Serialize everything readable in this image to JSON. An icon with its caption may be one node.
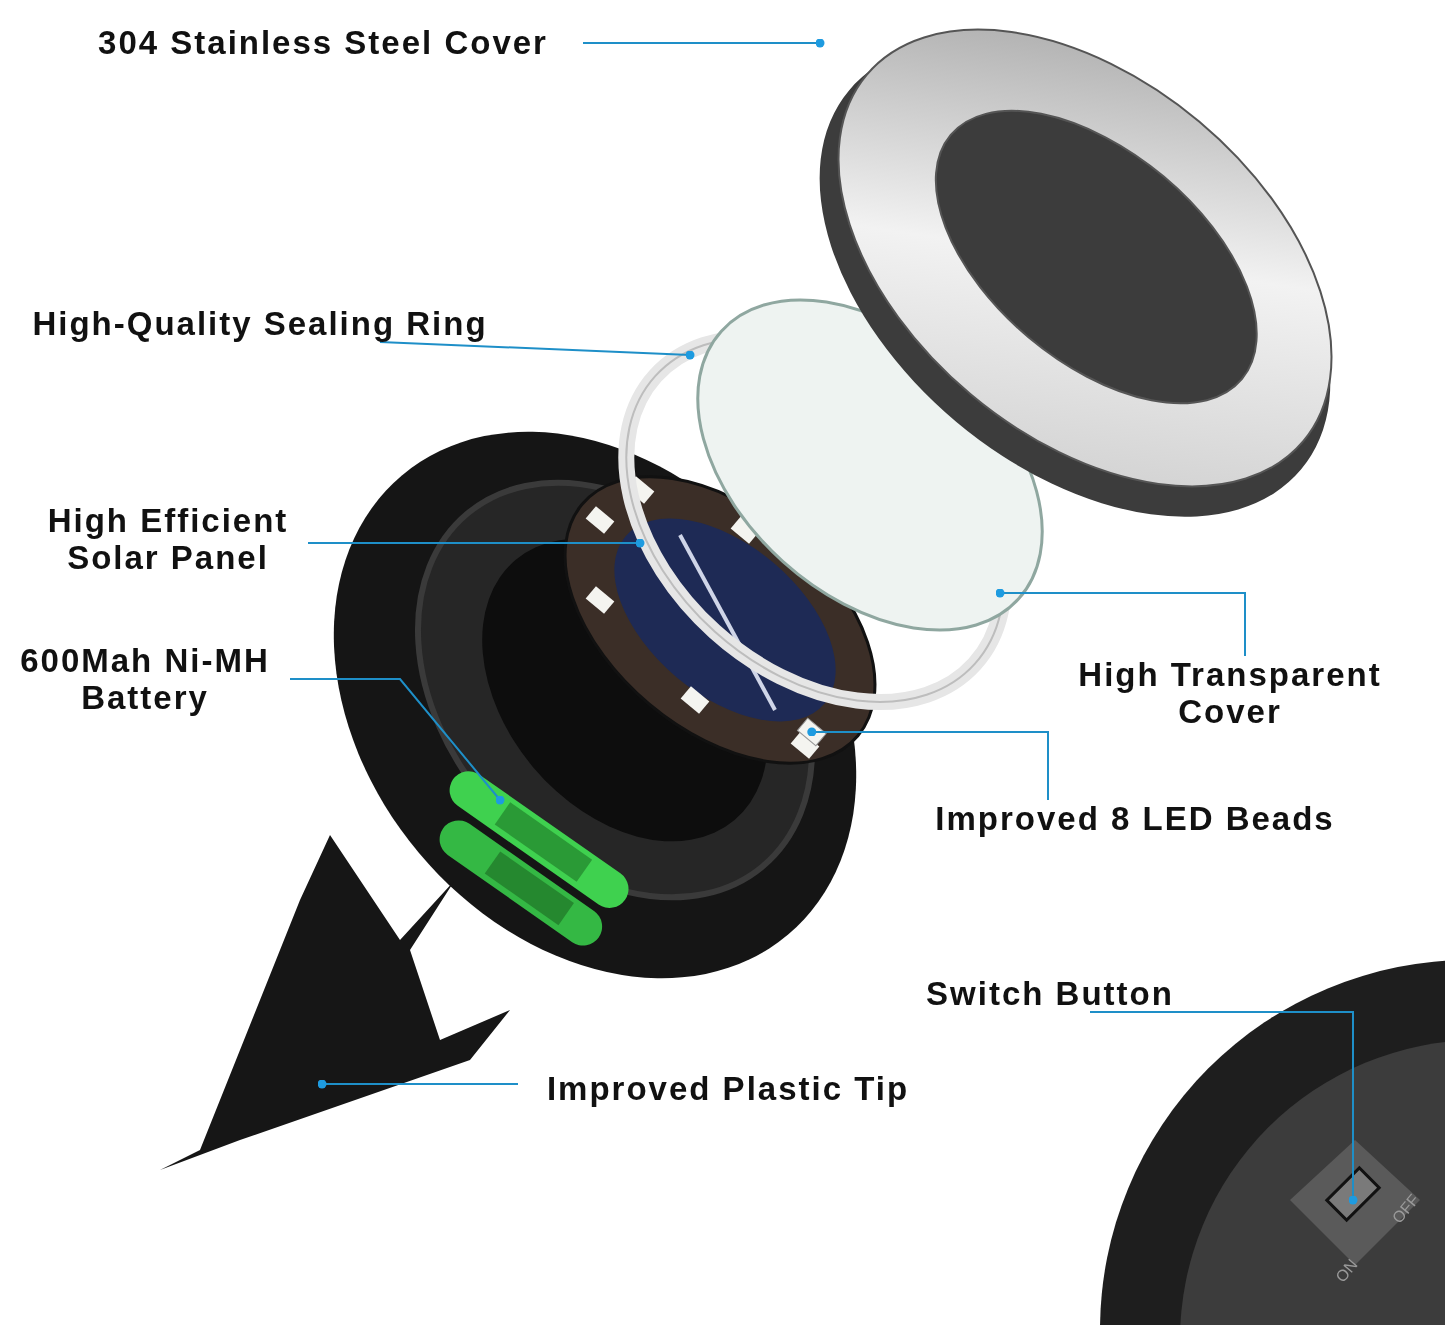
{
  "diagram": {
    "nodes": [
      {
        "text": [
          "304 Stainless Steel Cover"
        ]
      },
      {
        "text": [
          "High-Quality Sealing Ring"
        ]
      },
      {
        "text": [
          "High Efficient Solar Panel"
        ]
      },
      {
        "text": [
          "600Mah Ni-MH Battery"
        ]
      },
      {
        "text": [
          "High Transparent Cover"
        ]
      },
      {
        "text": [
          "Improved 8 LED Beads"
        ]
      },
      {
        "text": [
          "Switch Button"
        ]
      },
      {
        "text": [
          "Improved Plastic Tip"
        ]
      },
      {
        "text": [],
        "shape": "picture"
      },
      {
        "text": [],
        "shape": "picture"
      },
      {
        "text": [],
        "shape": "picture"
      },
      {
        "text": [],
        "shape": "picture"
      },
      {
        "text": [],
        "shape": "cylinder"
      },
      {
        "text": [],
        "shape": "box",
        "in": 11
      },
      {
        "text": [],
        "shape": "box",
        "beside": [
          "OFF",
          "ON"
        ]
      },
      {
        "text": [],
        "shape": "picture"
      }
    ],
    "edges": [
      {
        "from": 0,
        "to": 8,
        "arrow": "other"
      },
      {
        "from": 1,
        "to": 10,
        "arrow": "other"
      },
      {
        "from": 2,
        "to": 11,
        "arrow": "other"
      },
      {
        "from": 3,
        "to": 12,
        "arrow": "other"
      },
      {
        "from": 4,
        "to": 9,
        "arrow": "other"
      },
      {
        "from": 5,
        "to": 13,
        "arrow": "other"
      },
      {
        "from": 6,
        "to": 14,
        "arrow": "other"
      },
      {
        "from": 7,
        "to": 15,
        "arrow": "other"
      }
    ]
  }
}
